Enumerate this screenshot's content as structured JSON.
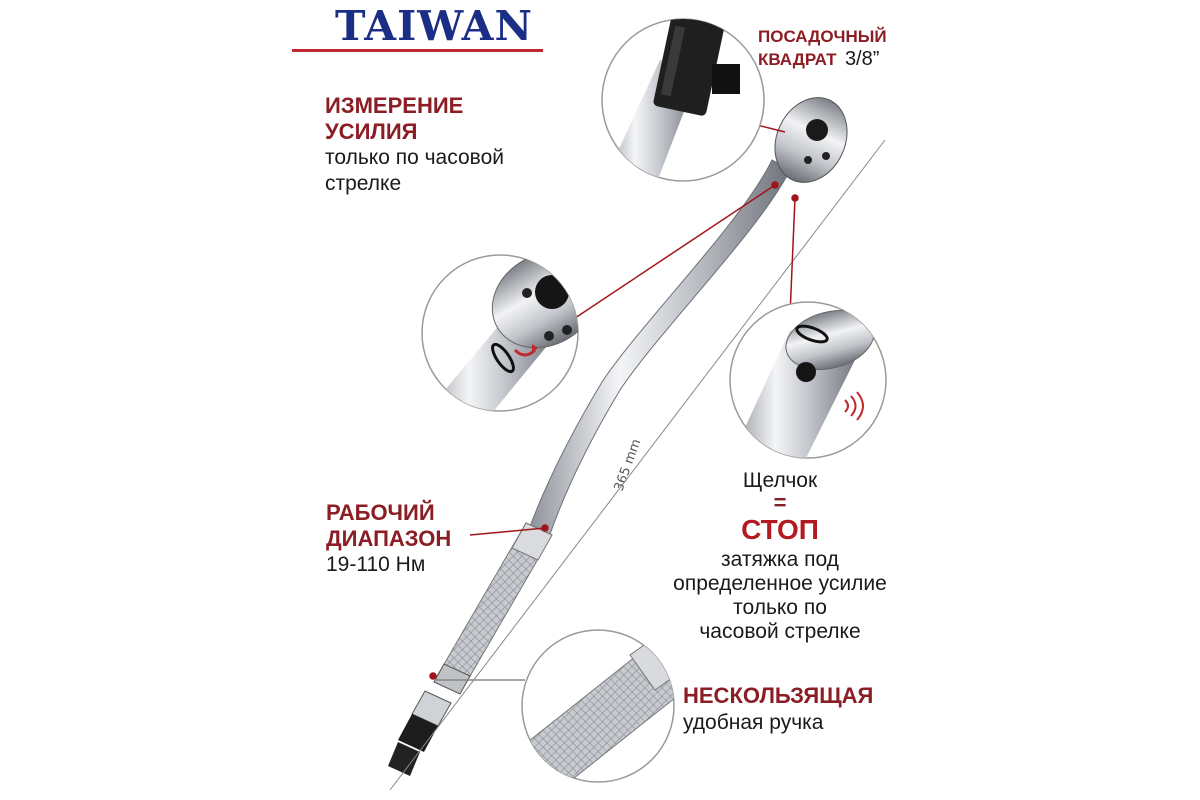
{
  "brand": {
    "text": "TAIWAN"
  },
  "labels": {
    "square_title_1": "ПОСАДОЧНЫЙ",
    "square_title_2": "КВАДРАТ",
    "square_size": "3/8”",
    "measure_title_1": "ИЗМЕРЕНИЕ",
    "measure_title_2": "УСИЛИЯ",
    "measure_desc_1": "только по часовой",
    "measure_desc_2": "стрелке",
    "range_title_1": "РАБОЧИЙ",
    "range_title_2": "ДИАПАЗОН",
    "range_value": "19-110 Нм",
    "click": "Щелчок",
    "equals": "=",
    "stop": "СТОП",
    "stop_desc_1": "затяжка под",
    "stop_desc_2": "определенное усилие",
    "stop_desc_3": "только по",
    "stop_desc_4": "часовой стрелке",
    "grip_title": "НЕСКОЛЬЗЯЩАЯ",
    "grip_desc": "удобная ручка",
    "length": "365 mm"
  },
  "colors": {
    "brand": "#1b2e86",
    "accent_red": "#8b1d24",
    "stop_red": "#b21a22",
    "steel": "#c9ccd1"
  },
  "icons": [
    "torque-wrench-image",
    "ratchet-head-detail",
    "square-drive-detail",
    "click-mechanism-detail",
    "knurled-grip-detail"
  ]
}
